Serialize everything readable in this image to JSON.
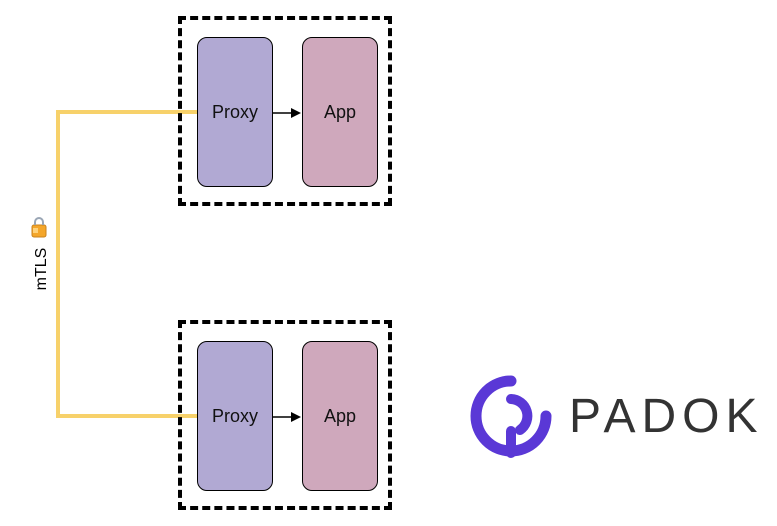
{
  "diagram": {
    "link_label": "mTLS",
    "link_color": "#f7d16a",
    "proxy_color": "#b1a9d3",
    "app_color": "#cfa8bc",
    "pods": [
      {
        "proxy_label": "Proxy",
        "app_label": "App"
      },
      {
        "proxy_label": "Proxy",
        "app_label": "App"
      }
    ]
  },
  "logo": {
    "text": "PADOK",
    "icon": "padok-logo-icon",
    "color": "#5a38d6"
  },
  "icons": {
    "link_icon": "lock-icon"
  }
}
